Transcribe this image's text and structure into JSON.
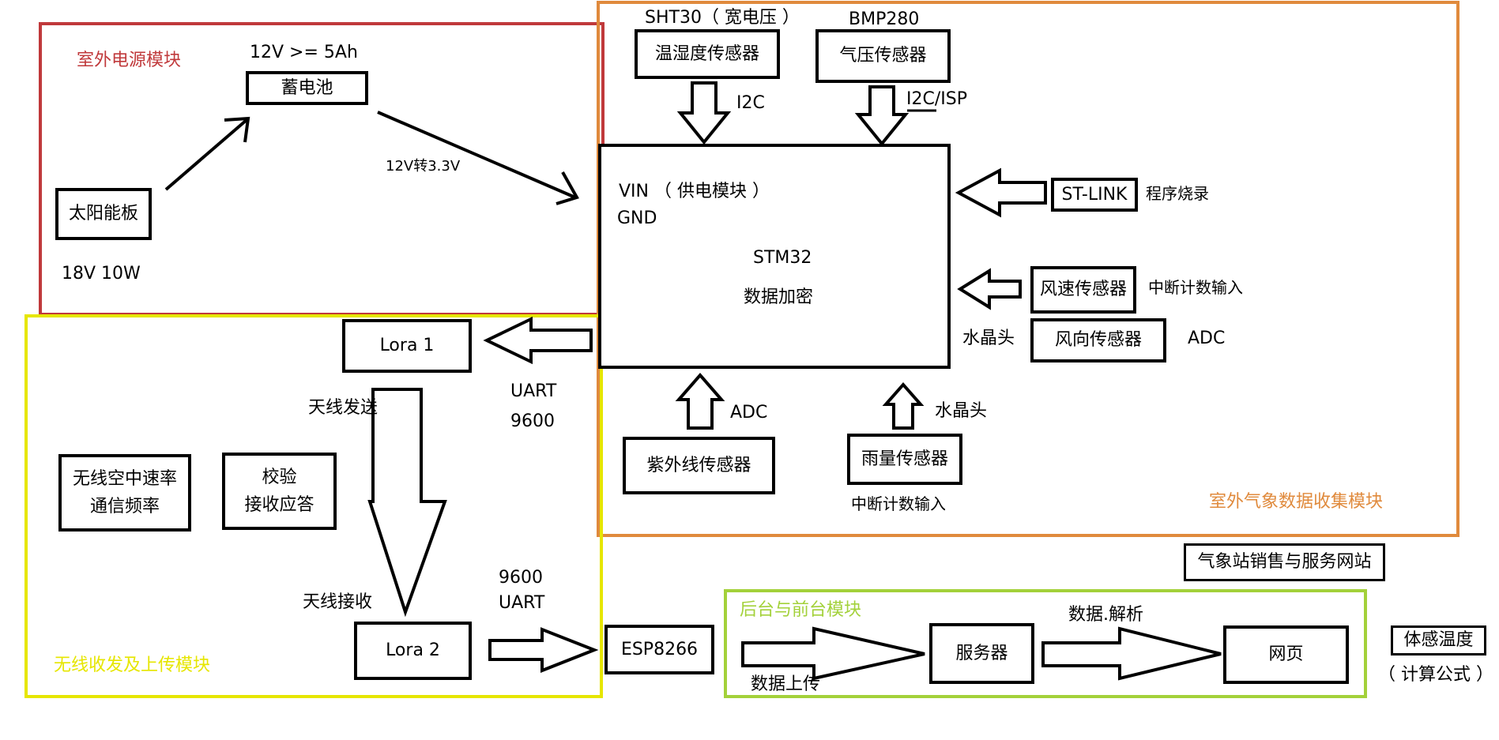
{
  "modules": {
    "power": {
      "label": "室外电源模块",
      "color": "#c0393b"
    },
    "weather": {
      "label": "室外气象数据收集模块",
      "color": "#e08a3c"
    },
    "wireless": {
      "label": "无线收发及上传模块",
      "color": "#e6e600"
    },
    "backend": {
      "label": "后台与前台模块",
      "color": "#a3d13a"
    }
  },
  "power": {
    "battery_spec": "12V   >= 5Ah",
    "battery": "蓄电池",
    "solar": "太阳能板",
    "solar_spec": "18V    10W",
    "convert": "12V转3.3V"
  },
  "mcu": {
    "vin": "VIN （ 供电模块 ）",
    "gnd": "GND",
    "name": "STM32",
    "encrypt": "数据加密"
  },
  "sensors": {
    "sht_title": "SHT30（ 宽电压 ）",
    "sht": "温湿度传感器",
    "sht_if": "I2C",
    "bmp_title": "BMP280",
    "bmp": "气压传感器",
    "bmp_if": "I2C/ISP",
    "stlink": "ST-LINK",
    "stlink_note": "程序烧录",
    "wind_speed": "风速传感器",
    "wind_speed_note": "中断计数输入",
    "crystal1": "水晶头",
    "wind_dir": "风向传感器",
    "wind_dir_note": "ADC",
    "uv": "紫外线传感器",
    "uv_if": "ADC",
    "rain": "雨量传感器",
    "rain_if": "水晶头",
    "rain_note": "中断计数输入"
  },
  "wireless": {
    "lora1": "Lora 1",
    "uart1": "UART",
    "baud1": "9600",
    "send": "天线发送",
    "rate1": "无线空中速率",
    "rate2": "通信频率",
    "check1": "校验",
    "check2": "接收应答",
    "recv": "天线接收",
    "lora2": "Lora 2",
    "baud2": "9600",
    "uart2": "UART",
    "esp": "ESP8266"
  },
  "backend": {
    "site": "气象站销售与服务网站",
    "upload": "数据上传",
    "server": "服务器",
    "parse": "数据.解析",
    "web": "网页",
    "feel": "体感温度",
    "formula": "（ 计算公式 ）"
  }
}
